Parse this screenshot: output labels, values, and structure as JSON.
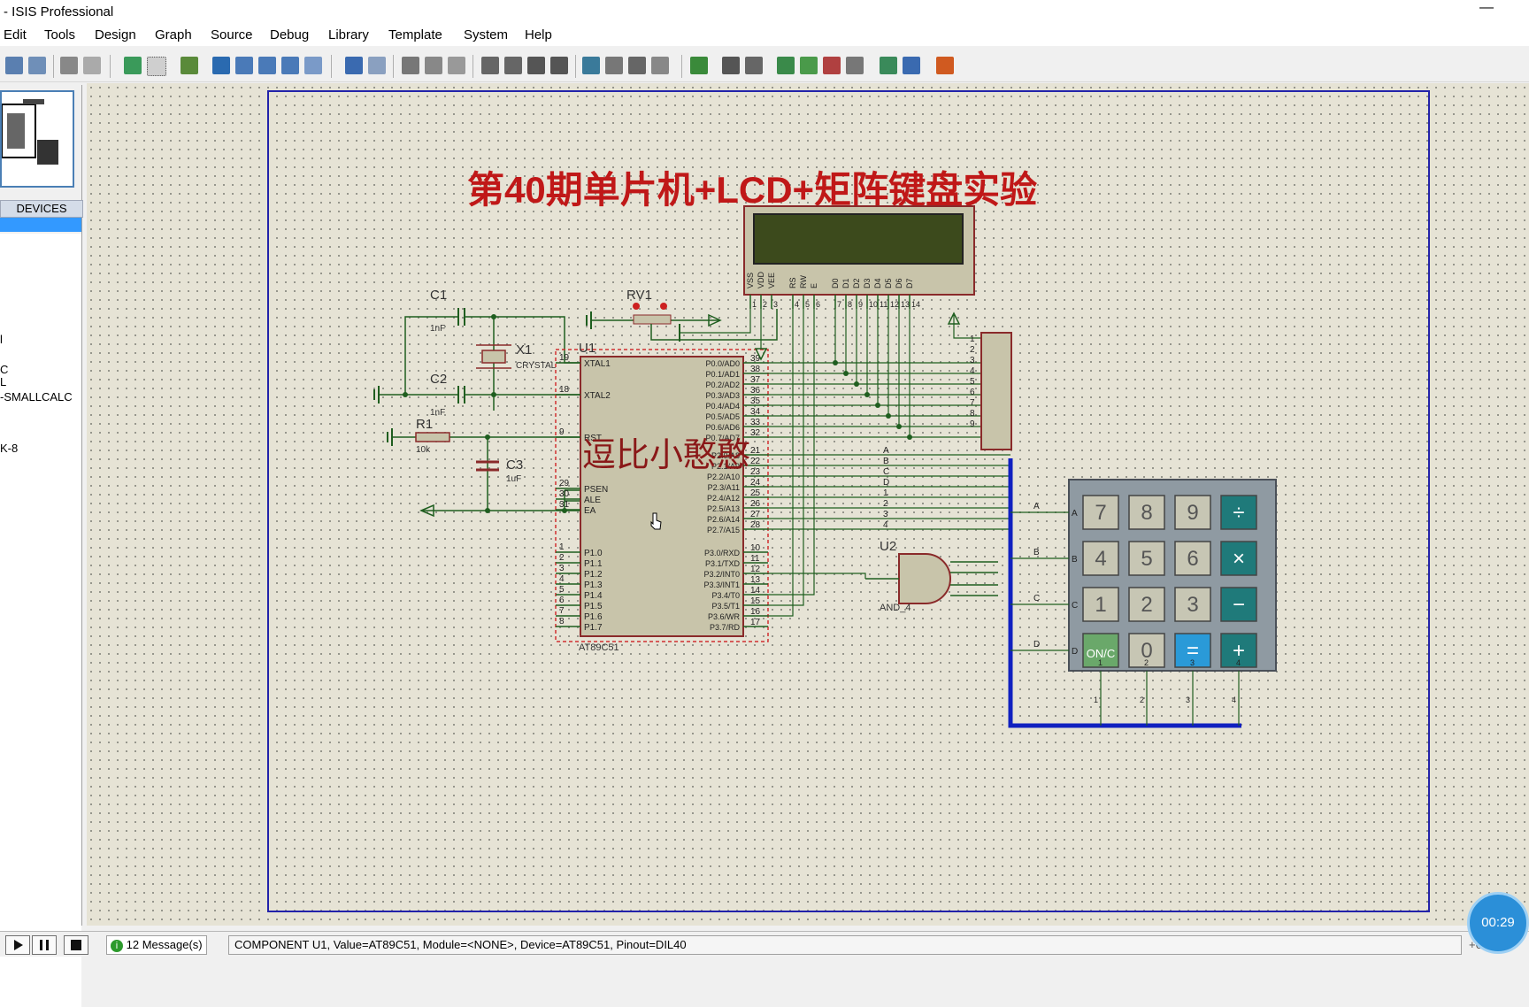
{
  "window": {
    "title": "- ISIS Professional",
    "minimize": "—"
  },
  "menu": [
    "Edit",
    "Tools",
    "Design",
    "Graph",
    "Source",
    "Debug",
    "Library",
    "Template",
    "System",
    "Help"
  ],
  "devices": {
    "header": "DEVICES",
    "items": [
      "l",
      "C",
      "L",
      "-SMALLCALC",
      "K-8"
    ]
  },
  "schematic": {
    "title": "第40期单片机+LCD+矩阵键盘实验",
    "watermark": "逗比小憨憨",
    "rv1": "RV1",
    "c1": "C1",
    "c1v": "1nF",
    "c2": "C2",
    "c2v": "1nF",
    "x1": "X1",
    "x1v": "CRYSTAL",
    "r1": "R1",
    "r1v": "10k",
    "c3": "C3",
    "c3v": "1uF",
    "u1": "U1",
    "u1part": "AT89C51",
    "u2": "U2",
    "u2part": "AND_4",
    "left_pins": [
      {
        "num": "19",
        "name": "XTAL1"
      },
      {
        "num": "18",
        "name": "XTAL2"
      },
      {
        "num": "9",
        "name": "RST"
      },
      {
        "num": "29",
        "name": "PSEN"
      },
      {
        "num": "30",
        "name": "ALE"
      },
      {
        "num": "31",
        "name": "EA"
      },
      {
        "num": "1",
        "name": "P1.0"
      },
      {
        "num": "2",
        "name": "P1.1"
      },
      {
        "num": "3",
        "name": "P1.2"
      },
      {
        "num": "4",
        "name": "P1.3"
      },
      {
        "num": "5",
        "name": "P1.4"
      },
      {
        "num": "6",
        "name": "P1.5"
      },
      {
        "num": "7",
        "name": "P1.6"
      },
      {
        "num": "8",
        "name": "P1.7"
      }
    ],
    "right_pins": [
      {
        "num": "39",
        "name": "P0.0/AD0"
      },
      {
        "num": "38",
        "name": "P0.1/AD1"
      },
      {
        "num": "37",
        "name": "P0.2/AD2"
      },
      {
        "num": "36",
        "name": "P0.3/AD3"
      },
      {
        "num": "35",
        "name": "P0.4/AD4"
      },
      {
        "num": "34",
        "name": "P0.5/AD5"
      },
      {
        "num": "33",
        "name": "P0.6/AD6"
      },
      {
        "num": "32",
        "name": "P0.7/AD7"
      },
      {
        "num": "21",
        "name": "P2.0/A8"
      },
      {
        "num": "22",
        "name": "P2.1/A9"
      },
      {
        "num": "23",
        "name": "P2.2/A10"
      },
      {
        "num": "24",
        "name": "P2.3/A11"
      },
      {
        "num": "25",
        "name": "P2.4/A12"
      },
      {
        "num": "26",
        "name": "P2.5/A13"
      },
      {
        "num": "27",
        "name": "P2.6/A14"
      },
      {
        "num": "28",
        "name": "P2.7/A15"
      },
      {
        "num": "10",
        "name": "P3.0/RXD"
      },
      {
        "num": "11",
        "name": "P3.1/TXD"
      },
      {
        "num": "12",
        "name": "P3.2/INT0"
      },
      {
        "num": "13",
        "name": "P3.3/INT1"
      },
      {
        "num": "14",
        "name": "P3.4/T0"
      },
      {
        "num": "15",
        "name": "P3.5/T1"
      },
      {
        "num": "16",
        "name": "P3.6/WR"
      },
      {
        "num": "17",
        "name": "P3.7/RD"
      }
    ],
    "lcd_pins": [
      "VSS",
      "VDD",
      "VEE",
      "RS",
      "RW",
      "E",
      "D0",
      "D1",
      "D2",
      "D3",
      "D4",
      "D5",
      "D6",
      "D7"
    ],
    "lcd_pin_nums": [
      "1",
      "2",
      "3",
      "4",
      "5",
      "6",
      "7",
      "8",
      "9",
      "10",
      "11",
      "12",
      "13",
      "14"
    ],
    "sip_nums": [
      "1",
      "2",
      "3",
      "4",
      "5",
      "6",
      "7",
      "8",
      "9"
    ],
    "bus_labels": [
      "A",
      "B",
      "C",
      "D",
      "1",
      "2",
      "3",
      "4"
    ],
    "keypad": {
      "rows": [
        "A",
        "B",
        "C",
        "D"
      ],
      "cols": [
        "1",
        "2",
        "3",
        "4"
      ],
      "keys": [
        [
          "7",
          "8",
          "9",
          "÷"
        ],
        [
          "4",
          "5",
          "6",
          "×"
        ],
        [
          "1",
          "2",
          "3",
          "−"
        ],
        [
          "ON/C",
          "0",
          "=",
          "+"
        ]
      ]
    }
  },
  "status": {
    "messages": "12 Message(s)",
    "text": "COMPONENT U1, Value=AT89C51, Module=<NONE>, Device=AT89C51, Pinout=DIL40",
    "zoom": "+650.0"
  },
  "timer": "00:29"
}
